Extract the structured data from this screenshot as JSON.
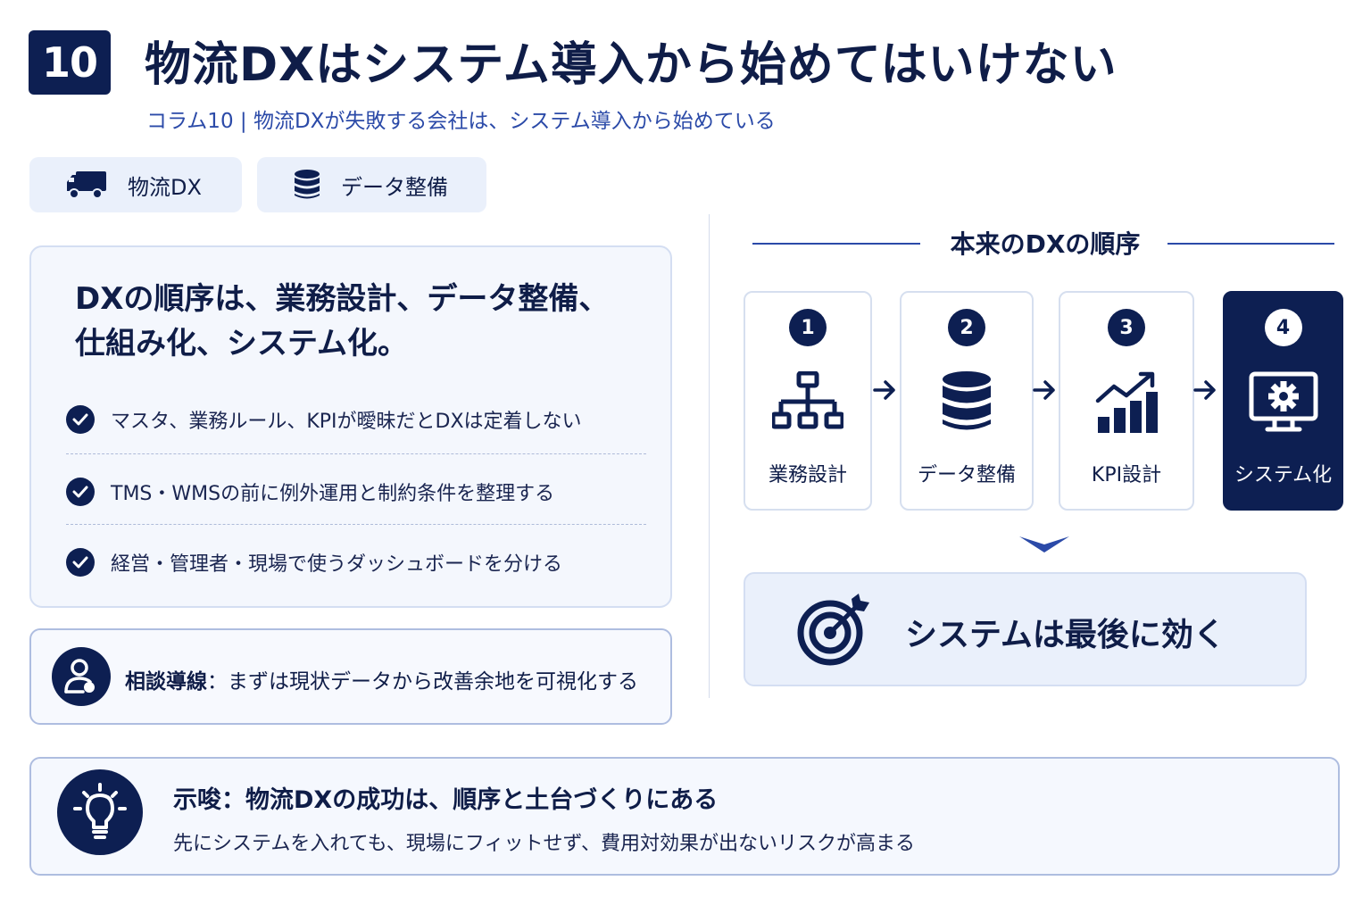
{
  "header": {
    "number": "10",
    "title": "物流DXはシステム導入から始めてはいけない",
    "subtitle": "コラム10 | 物流DXが失敗する会社は、システム導入から始めている"
  },
  "tags": [
    {
      "label": "物流DX",
      "icon": "truck-icon"
    },
    {
      "label": "データ整備",
      "icon": "database-icon"
    }
  ],
  "main_card": {
    "headline_line1": "DXの順序は、業務設計、データ整備、",
    "headline_line2": "仕組み化、システム化。",
    "checks": [
      "マスタ、業務ルール、KPIが曖昧だとDXは定着しない",
      "TMS・WMSの前に例外運用と制約条件を整理する",
      "経営・管理者・現場で使うダッシュボードを分ける"
    ]
  },
  "consult": {
    "label": "相談導線",
    "separator": "：",
    "text": "まずは現状データから改善余地を可視化する"
  },
  "order_section": {
    "title": "本来のDXの順序",
    "steps": [
      {
        "num": "1",
        "label": "業務設計",
        "icon": "org-chart-icon"
      },
      {
        "num": "2",
        "label": "データ整備",
        "icon": "database-icon"
      },
      {
        "num": "3",
        "label": "KPI設計",
        "icon": "bar-chart-icon"
      },
      {
        "num": "4",
        "label": "システム化",
        "icon": "monitor-gear-icon"
      }
    ],
    "result": "システムは最後に効く"
  },
  "insight": {
    "title": "示唆：物流DXの成功は、順序と土台づくりにある",
    "body": "先にシステムを入れても、現場にフィットせず、費用対効果が出ないリスクが高まる"
  },
  "colors": {
    "navy": "#0d1f52",
    "accent_blue": "#2b4aa8",
    "light_panel": "#eaf0fb",
    "border": "#d4def2"
  }
}
